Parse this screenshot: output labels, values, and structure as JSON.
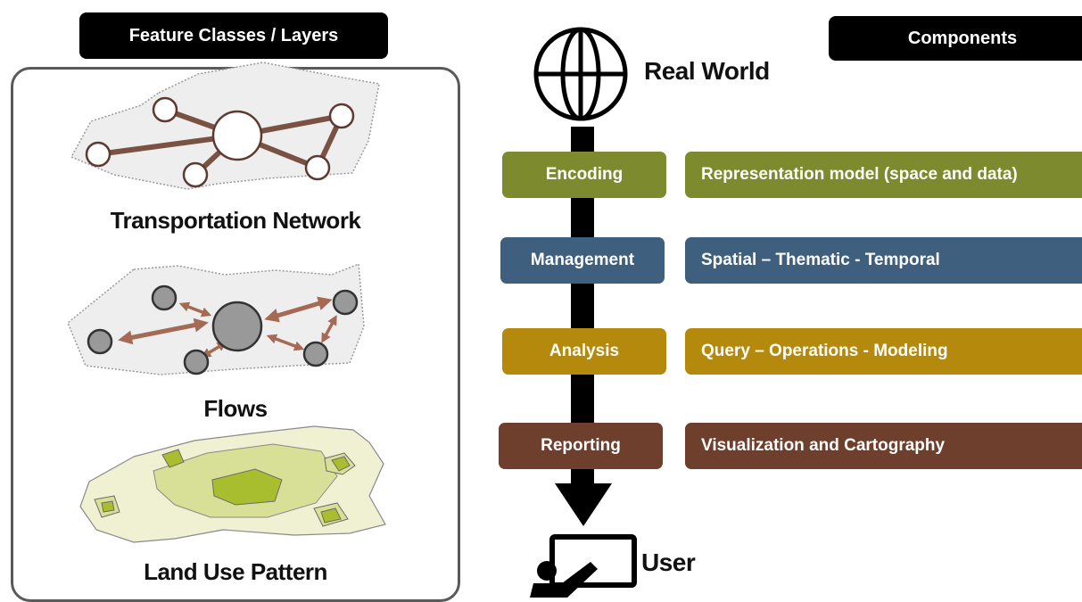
{
  "left": {
    "header": "Feature Classes / Layers",
    "layers": [
      {
        "caption": "Transportation Network"
      },
      {
        "caption": "Flows"
      },
      {
        "caption": "Land Use Pattern"
      }
    ]
  },
  "right": {
    "header": "Components",
    "top_label": "Real World",
    "bottom_label": "User",
    "stages": [
      {
        "stage": "Encoding",
        "component": "Representation model (space and data)",
        "color": "#7d8a2e"
      },
      {
        "stage": "Management",
        "component": "Spatial – Thematic - Temporal",
        "color": "#3f5f7e"
      },
      {
        "stage": "Analysis",
        "component": "Query – Operations - Modeling",
        "color": "#b58a0c"
      },
      {
        "stage": "Reporting",
        "component": "Visualization and Cartography",
        "color": "#6e3f2d"
      }
    ]
  },
  "colors": {
    "network_link": "#7a5244",
    "flow_arrow": "#a46a54",
    "node_gray": "#999999",
    "landuse_outer": "#f0f1d2",
    "landuse_mid": "#d8df96",
    "landuse_core": "#a9be2e"
  }
}
